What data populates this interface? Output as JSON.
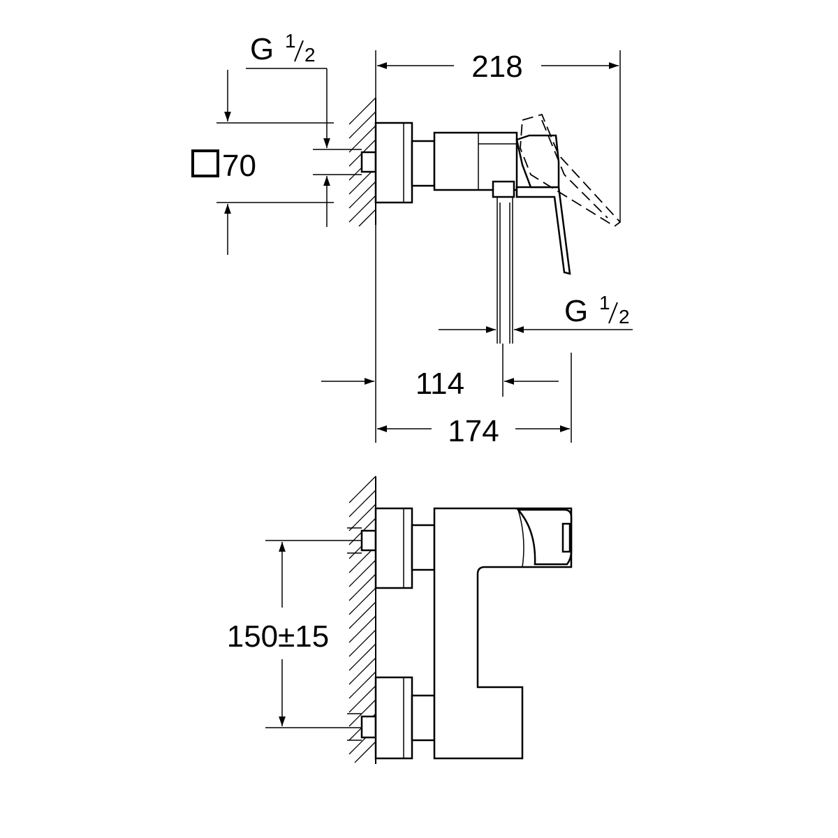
{
  "drawing": {
    "side_view": {
      "thread_top": {
        "base": "G",
        "num": "1",
        "den": "2"
      },
      "thread_outlet": {
        "base": "G",
        "num": "1",
        "den": "2"
      },
      "square_size": "70",
      "width_overall": "218",
      "width_outlet": "114",
      "width_body": "174"
    },
    "front_view": {
      "centre_distance": "150±15"
    }
  }
}
